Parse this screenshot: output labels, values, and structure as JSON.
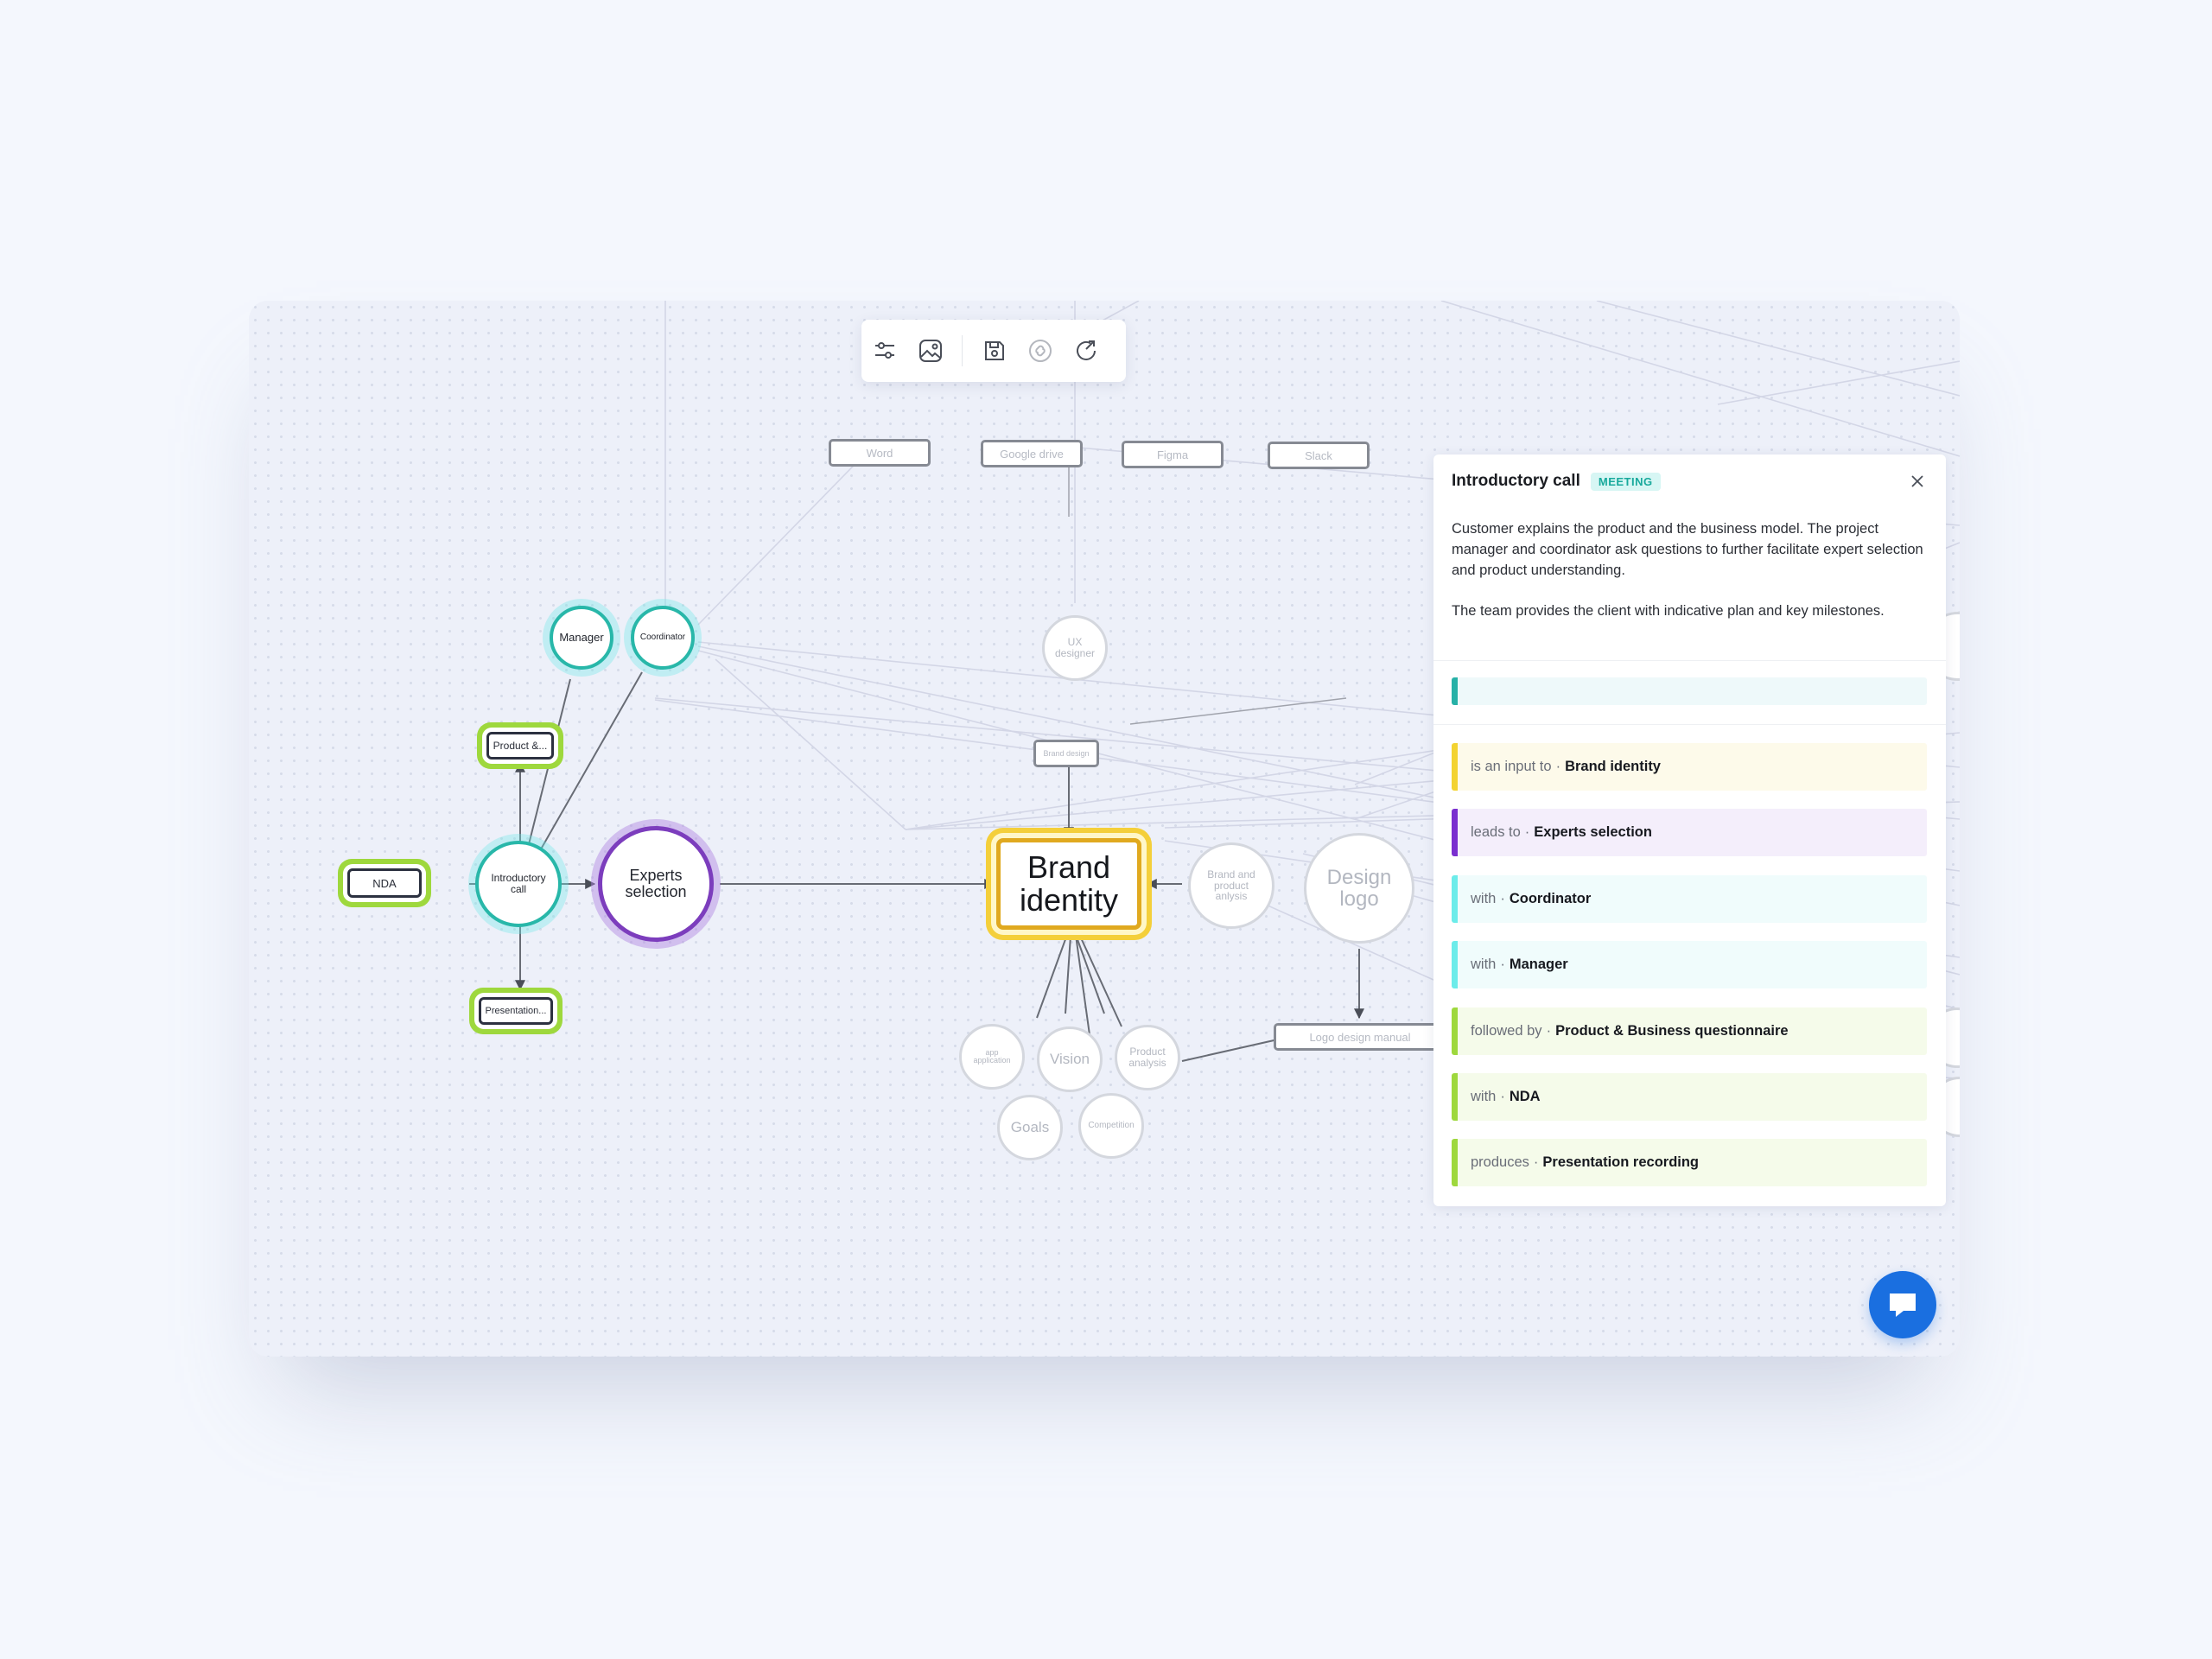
{
  "toolbar": {
    "icons": [
      "sliders-icon",
      "image-icon",
      "save-icon",
      "link-off-icon",
      "refresh-icon"
    ]
  },
  "graph": {
    "tools": {
      "word": "Word",
      "google_drive": "Google drive",
      "figma": "Figma",
      "slack": "Slack"
    },
    "people": {
      "manager": "Manager",
      "coordinator": "Coordinator",
      "ux_designer": "UX designer"
    },
    "nodes": {
      "nda": "NDA",
      "product_questionnaire": "Product &...",
      "presentation": "Presentation...",
      "introductory_call": "Introductory call",
      "experts_selection": "Experts selection",
      "brand_design": "Brand design",
      "brand_identity": "Brand identity",
      "brand_product_analysis": "Brand and product anlysis",
      "design_logo": "Design logo",
      "logo_design_manual": "Logo design manual",
      "app_application": "app application",
      "vision": "Vision",
      "product_analysis": "Product analysis",
      "goals": "Goals",
      "competition": "Competition"
    }
  },
  "panel": {
    "title": "Introductory call",
    "badge": "MEETING",
    "description": [
      "Customer explains the product and the business model. The project manager and coordinator ask questions to further facilitate expert selection and product understanding.",
      "The team provides the client with indicative plan and key milestones."
    ],
    "relations": [
      {
        "verb": "is an input to",
        "target": "Brand identity",
        "color": "#f3d331",
        "bg": "#fdfaea"
      },
      {
        "verb": "leads to",
        "target": "Experts selection",
        "color": "#7a2fcf",
        "bg": "#f4eefb"
      },
      {
        "verb": "with",
        "target": "Coordinator",
        "color": "#6cecea",
        "bg": "#f0fcfc"
      },
      {
        "verb": "with",
        "target": "Manager",
        "color": "#6cecea",
        "bg": "#f0fcfc"
      },
      {
        "verb": "followed by",
        "target": "Product & Business questionnaire",
        "color": "#9ed83d",
        "bg": "#f5fbea"
      },
      {
        "verb": "with",
        "target": "NDA",
        "color": "#9ed83d",
        "bg": "#f5fbea"
      },
      {
        "verb": "produces",
        "target": "Presentation recording",
        "color": "#9ed83d",
        "bg": "#f5fbea"
      }
    ],
    "separator": "·"
  },
  "colors": {
    "accent_blue": "#1a6fe0",
    "teal": "#28b7a9",
    "purple": "#7c3dbd",
    "green": "#9ed83d",
    "yellow": "#f4cf3a"
  }
}
